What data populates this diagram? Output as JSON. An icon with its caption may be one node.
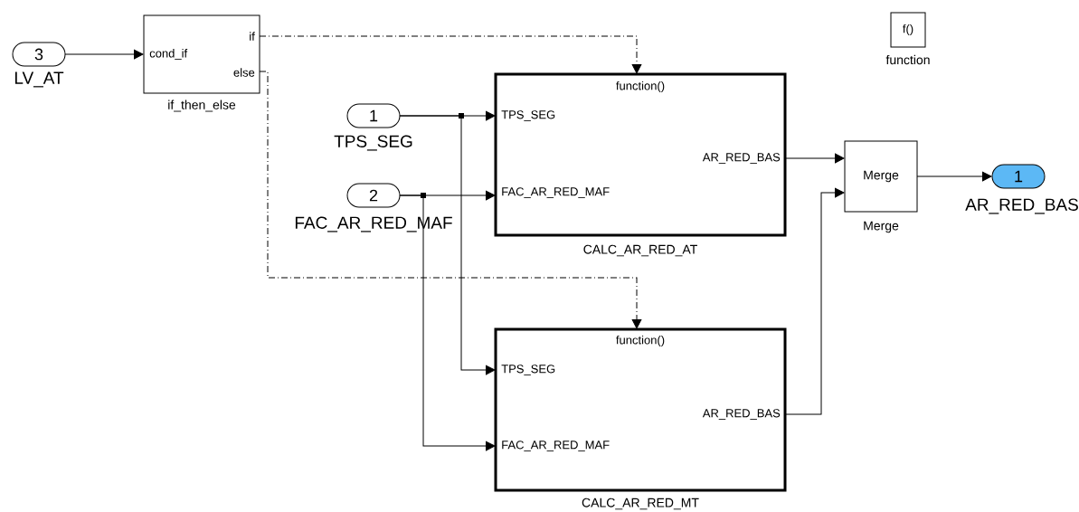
{
  "diagram": {
    "nodes": [
      {
        "text": [
          "3"
        ],
        "beside": [
          "LV_AT"
        ]
      },
      {
        "text": [
          "cond_if",
          "if",
          "else"
        ],
        "beside": [
          "if_then_else"
        ]
      },
      {
        "text": [
          "1"
        ],
        "beside": [
          "TPS_SEG"
        ]
      },
      {
        "text": [
          "2"
        ],
        "beside": [
          "FAC_AR_RED_MAF"
        ]
      },
      {
        "text": [
          "function()",
          "TPS_SEG",
          "FAC_AR_RED_MAF",
          "AR_RED_BAS"
        ],
        "beside": [
          "CALC_AR_RED_AT"
        ]
      },
      {
        "text": [
          "function()",
          "TPS_SEG",
          "FAC_AR_RED_MAF",
          "AR_RED_BAS"
        ],
        "beside": [
          "CALC_AR_RED_MT"
        ]
      },
      {
        "text": [
          "Merge"
        ],
        "beside": [
          "Merge"
        ]
      },
      {
        "text": [
          "1"
        ],
        "beside": [
          "AR_RED_BAS"
        ]
      },
      {
        "text": [
          "f()"
        ],
        "beside": [
          "function"
        ]
      }
    ],
    "edges": [
      {
        "from": 0,
        "to": 1,
        "arrow": "to"
      },
      {
        "from": 1,
        "to": 4,
        "arrow": "to",
        "style": "dashed"
      },
      {
        "from": 1,
        "to": 5,
        "arrow": "to",
        "style": "dashed"
      },
      {
        "from": 2,
        "to": 4,
        "arrow": "to"
      },
      {
        "from": 2,
        "to": 5,
        "arrow": "to"
      },
      {
        "from": 3,
        "to": 4,
        "arrow": "to"
      },
      {
        "from": 3,
        "to": 5,
        "arrow": "to"
      },
      {
        "from": 4,
        "to": 6,
        "arrow": "to"
      },
      {
        "from": 5,
        "to": 6,
        "arrow": "to"
      },
      {
        "from": 6,
        "to": 7,
        "arrow": "to"
      }
    ]
  }
}
